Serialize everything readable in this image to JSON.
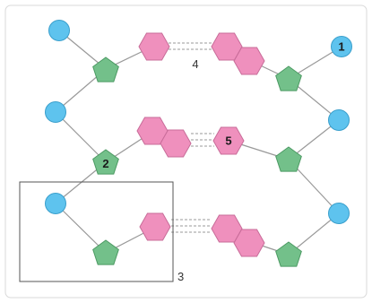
{
  "colors": {
    "phosphate": "#5ec3ee",
    "phosphate_stroke": "#3a9fcc",
    "sugar": "#73c08a",
    "sugar_stroke": "#4c9a63",
    "base": "#ef90bd",
    "base_stroke": "#c86c99",
    "bond": "#999999",
    "frame": "#d9d9d9",
    "box": "#555555"
  },
  "labels": {
    "phosphate_1": "1",
    "sugar_2": "2",
    "box_3": "3",
    "bond_4": "4",
    "base_5": "5"
  }
}
